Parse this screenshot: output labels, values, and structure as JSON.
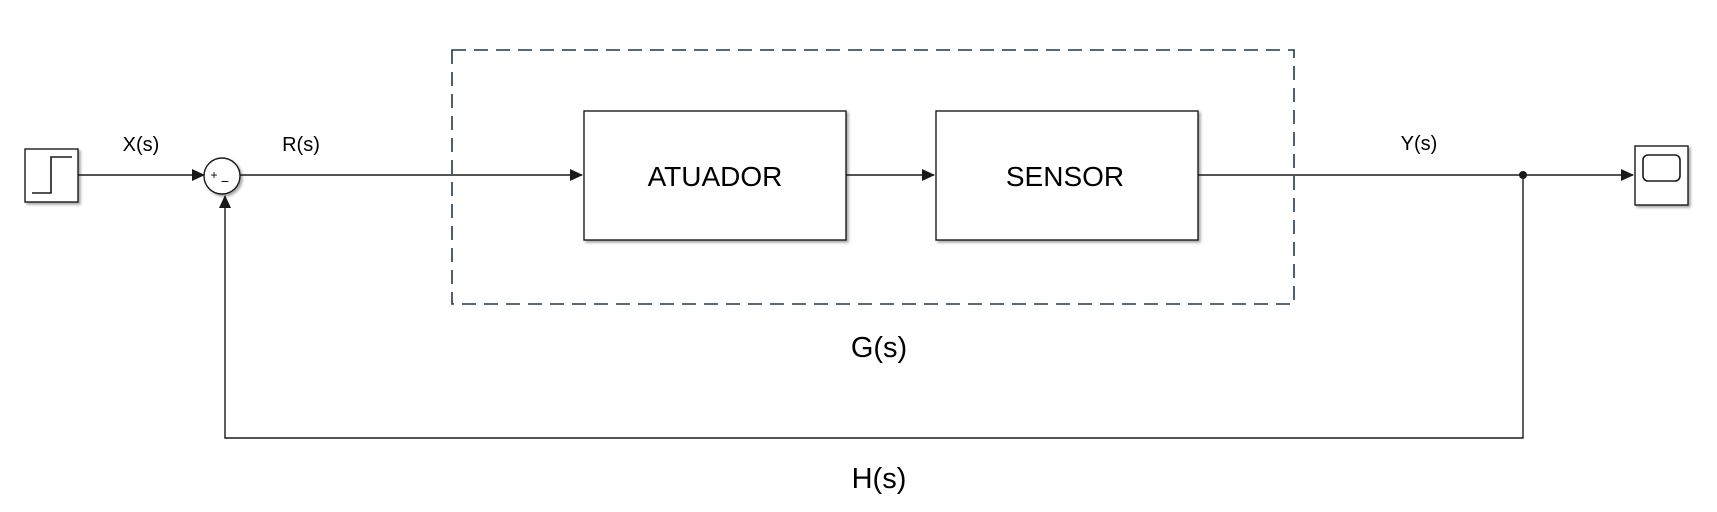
{
  "diagram": {
    "blocks": {
      "actuator": "ATUADOR",
      "sensor": "SENSOR"
    },
    "signals": {
      "input": "X(s)",
      "reference": "R(s)",
      "output": "Y(s)"
    },
    "groups": {
      "plant": "G(s)",
      "feedback": "H(s)"
    },
    "sum_signs": {
      "plus": "+",
      "minus": "−"
    },
    "icons": {
      "source": "step-source-icon",
      "sink": "scope-icon"
    },
    "colors": {
      "line": "#1a1a1a",
      "dashed_group": "#1f3a4d",
      "block_fill": "#ffffff"
    }
  }
}
